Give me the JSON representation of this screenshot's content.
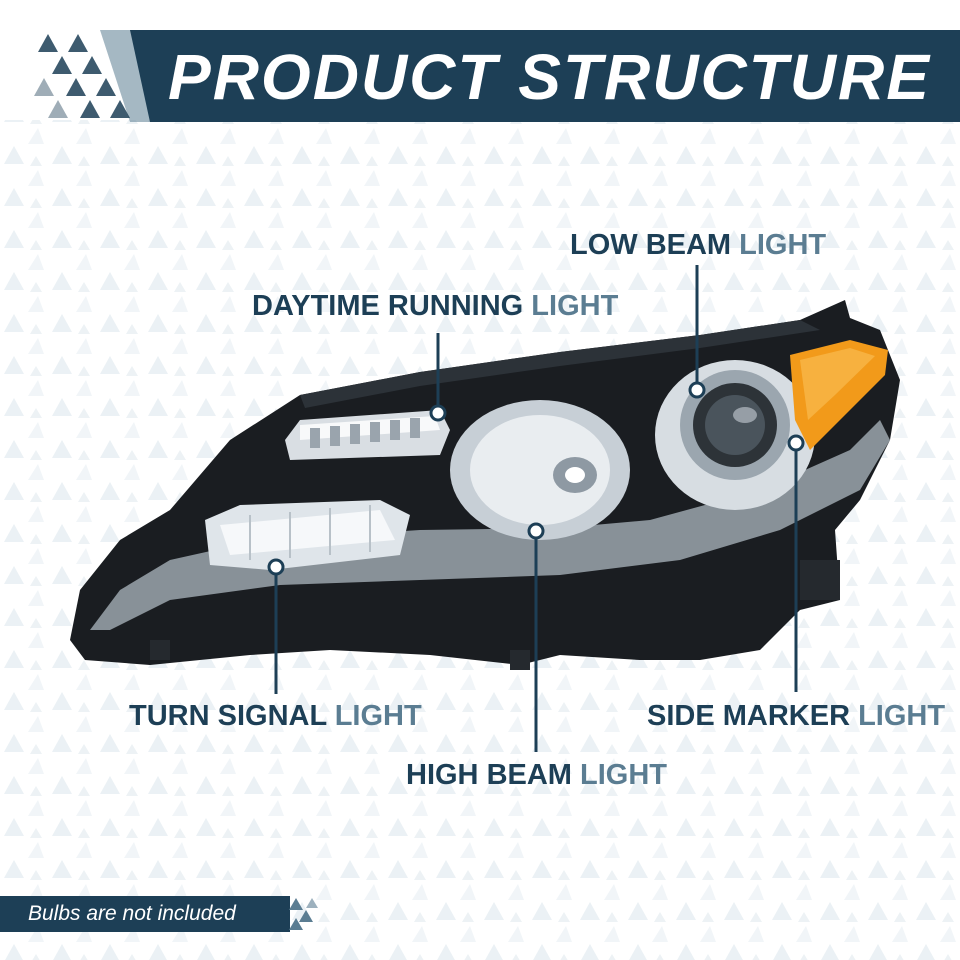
{
  "header": {
    "title": "PRODUCT STRUCTURE"
  },
  "colors": {
    "band_dark": "#1d3f56",
    "band_mid": "#5b7d92",
    "label_dark": "#1d3f56",
    "label_light": "#5b7d92",
    "amber_lens": "#f29a1a",
    "housing": "#1a1d21",
    "chrome": "#c9d0d6"
  },
  "callouts": {
    "daytime_running": {
      "part1": "DAYTIME ",
      "part2": "RUNNING ",
      "part3": "LIGHT"
    },
    "low_beam": {
      "part1": "LOW ",
      "part2": "BEAM ",
      "part3": "LIGHT"
    },
    "turn_signal": {
      "part1": "TURN ",
      "part2": "SIGNAL ",
      "part3": "LIGHT"
    },
    "high_beam": {
      "part1": "HIGH ",
      "part2": "BEAM ",
      "part3": "LIGHT"
    },
    "side_marker": {
      "part1": "SIDE ",
      "part2": "MARKER ",
      "part3": "LIGHT"
    }
  },
  "footer": {
    "note": "Bulbs are not included"
  },
  "icons": {
    "header_triangles": "triangle-pattern-icon",
    "footer_triangles": "triangle-pattern-icon"
  }
}
